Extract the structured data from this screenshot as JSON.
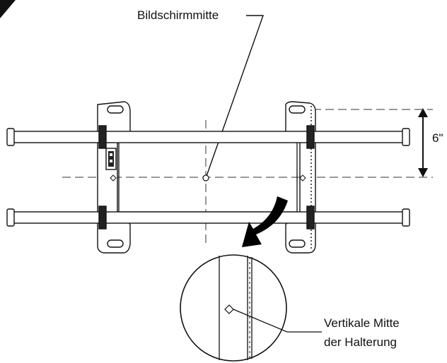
{
  "labels": {
    "screen_center": "Bildschirmmitte",
    "offset": "6\"",
    "vertical_center_line1": "Vertikale Mitte",
    "vertical_center_line2": "der Halterung"
  },
  "colors": {
    "ink": "#111111",
    "paper": "#ffffff",
    "arrow": "#000000"
  }
}
